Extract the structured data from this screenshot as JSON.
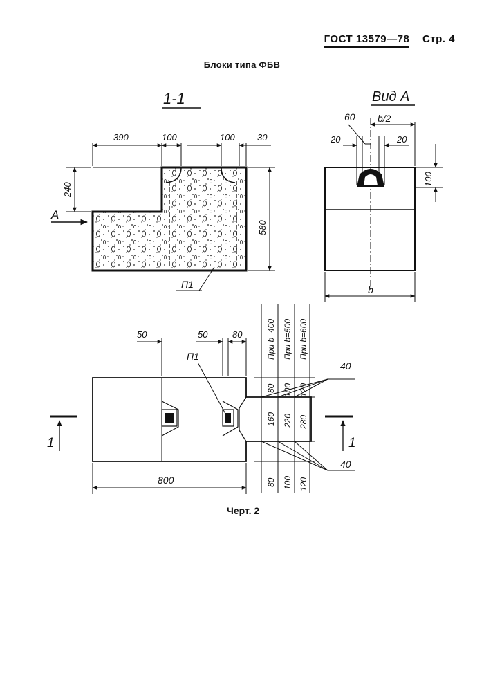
{
  "header": {
    "standard": "ГОСТ 13579—78",
    "page": "Стр. 4"
  },
  "title": "Блоки типа ФБВ",
  "caption": "Черт. 2",
  "section_view": {
    "label": "1-1",
    "dims_top": [
      "390",
      "100",
      "100",
      "30"
    ],
    "dim_left": "240",
    "dim_right": "580",
    "arrow_label": "A",
    "part_label": "П1"
  },
  "side_view": {
    "label": "Вид А",
    "dims": {
      "a": "60",
      "b": "b/2",
      "c": "20",
      "d": "20",
      "e": "100",
      "f": "b"
    }
  },
  "plan_view": {
    "dims_top": [
      "50",
      "50",
      "80"
    ],
    "part_label": "П1",
    "vertical_headers": [
      "При b=400",
      "При b=500",
      "При b=600"
    ],
    "col1": [
      "80",
      "160",
      "80"
    ],
    "col2": [
      "100",
      "220",
      "100"
    ],
    "col3": [
      "120",
      "280",
      "120"
    ],
    "notes": [
      "40",
      "40"
    ],
    "dim_bottom": "800",
    "section_marks": [
      "1",
      "1"
    ]
  }
}
